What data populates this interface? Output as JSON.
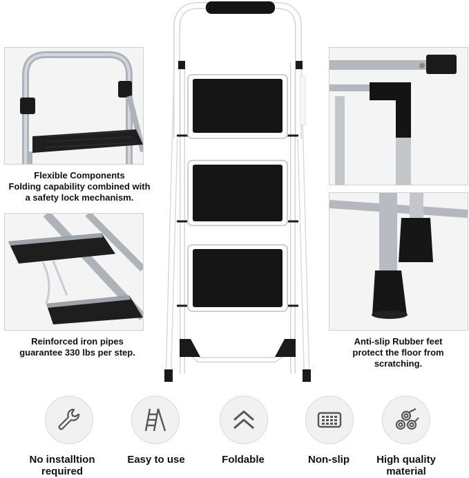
{
  "left_panels": {
    "top": {
      "title": "Flexible Components",
      "line1": "Folding capability combined with",
      "line2": "a safety lock mechanism."
    },
    "bottom": {
      "line1": "Reinforced iron pipes",
      "line2": "guarantee 330 lbs per step."
    }
  },
  "right_panels": {
    "bottom": {
      "line1": "Anti-slip  Rubber feet",
      "line2": "protect the floor from",
      "line3": "scratching."
    }
  },
  "features": [
    {
      "icon": "wrench-icon",
      "line1": "No installtion",
      "line2": "required"
    },
    {
      "icon": "ladder-icon",
      "line1": "Easy to use",
      "line2": ""
    },
    {
      "icon": "chevron-up-icon",
      "line1": "Foldable",
      "line2": ""
    },
    {
      "icon": "grip-pad-icon",
      "line1": "Non-slip",
      "line2": ""
    },
    {
      "icon": "pipes-icon",
      "line1": "High quality",
      "line2": "material"
    }
  ],
  "colors": {
    "frame": "#ffffff",
    "step_pad": "#151515",
    "metal": "#b9bdc3",
    "icon_stroke": "#555555"
  }
}
